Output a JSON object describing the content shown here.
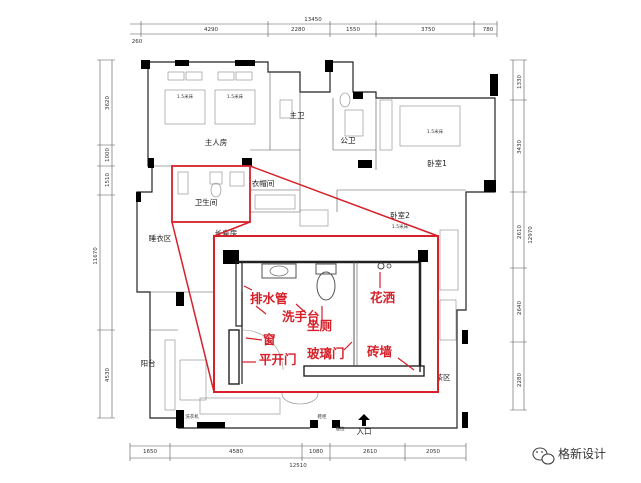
{
  "dimensions": {
    "top_total": "13450",
    "top_260": "260",
    "top": [
      "4290",
      "2280",
      "1550",
      "3750",
      "780"
    ],
    "bottom": [
      "1650",
      "4580",
      "1080",
      "2610",
      "2050"
    ],
    "bottom_total": "12510",
    "left": [
      "3620",
      "1000",
      "1510",
      "4530"
    ],
    "left_total": "11670",
    "right": [
      "1330",
      "3430",
      "2610",
      "2640",
      "2280"
    ],
    "right_total": "12970"
  },
  "rooms": {
    "master": "主人房",
    "master_bath": "主卫",
    "public_bath": "公卫",
    "bedroom1": "卧室1",
    "bedroom2": "卧室2",
    "bathroom": "卫生间",
    "cloakroom": "衣帽间",
    "closet_area": "睡衣区",
    "long_room": "长辈房",
    "balcony": "阳台",
    "tea_area": "茶区",
    "entrance": "入口"
  },
  "bed_labels": {
    "bed_a": "1.5米床",
    "bed_b": "1.5米床",
    "bed_c": "1.5米床",
    "bed_d": "1.5米床"
  },
  "small_labels": {
    "washer": "洗衣机",
    "shoe": "鞋柜",
    "door": "推拉"
  },
  "annotations": {
    "drain": "排水管",
    "basin": "洗手台",
    "toilet": "坐厕",
    "shower": "花洒",
    "window": "窗",
    "hinged_door": "平开门",
    "glass_door": "玻璃门",
    "brick_wall": "砖墙"
  },
  "watermark": "格新设计",
  "colors": {
    "annotation": "#d6202a",
    "wall": "#222222"
  },
  "icons": {
    "watermark": "wechat-icon",
    "entrance": "up-arrow-icon"
  }
}
